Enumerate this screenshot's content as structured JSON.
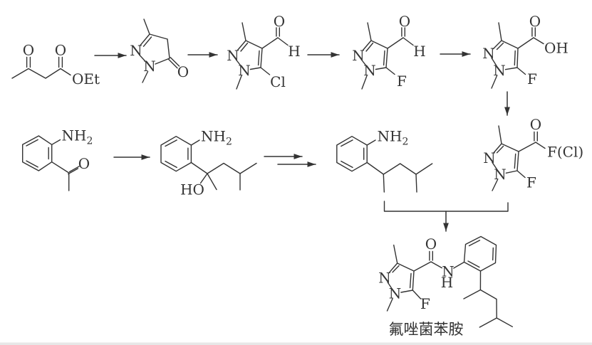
{
  "colors": {
    "ink": "#333333",
    "background": "#ffffff"
  },
  "compounds": {
    "ethyl_acetoacetate": {
      "ketone_o": "O",
      "ester_o": "O",
      "ethoxy": "OEt"
    },
    "pyrazolone": {
      "n_left": "N",
      "n_bottom": "N",
      "carbonyl_o": "O"
    },
    "chloro_pyrazole_aldehyde": {
      "n_left": "N",
      "n_bottom": "N",
      "carbonyl_o": "O",
      "aldehyde_h": "H",
      "halogen": "Cl"
    },
    "fluoro_pyrazole_aldehyde": {
      "n_left": "N",
      "n_bottom": "N",
      "carbonyl_o": "O",
      "aldehyde_h": "H",
      "halogen": "F"
    },
    "fluoro_pyrazole_acid": {
      "n_left": "N",
      "n_bottom": "N",
      "carbonyl_o": "O",
      "hydroxyl": "OH",
      "halogen": "F"
    },
    "amino_acetophenone": {
      "amine": "NH",
      "amine_sub": "2",
      "carbonyl_o": "O"
    },
    "amino_alcohol": {
      "amine": "NH",
      "amine_sub": "2",
      "hydroxyl": "HO"
    },
    "alkyl_aniline": {
      "amine": "NH",
      "amine_sub": "2"
    },
    "acyl_halide": {
      "n_left": "N",
      "n_bottom": "N",
      "carbonyl_o": "O",
      "halide": "F(Cl)",
      "halogen": "F"
    },
    "penflufen": {
      "n_left": "N",
      "n_bottom": "N",
      "carbonyl_o": "O",
      "amide_n": "N",
      "amide_h": "H",
      "halogen": "F",
      "name": "氟唑菌苯胺"
    }
  }
}
